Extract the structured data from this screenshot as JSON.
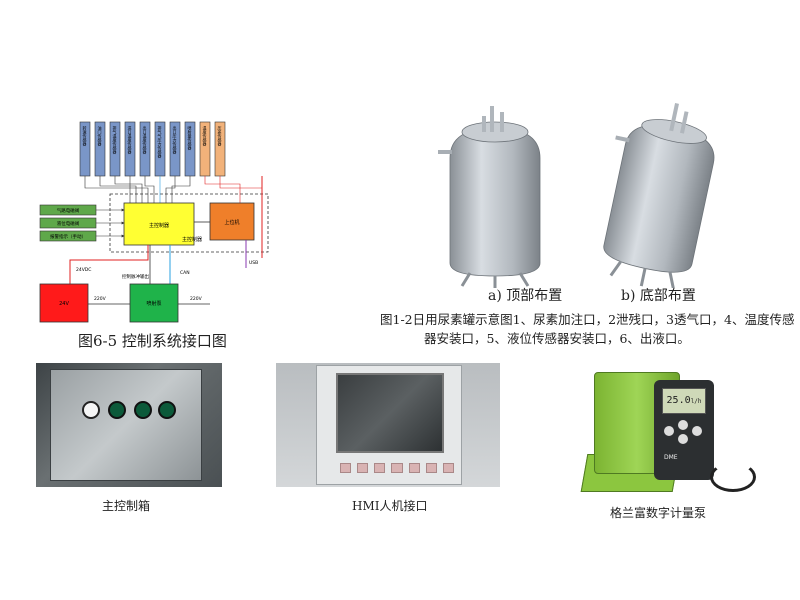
{
  "figure_6_5": {
    "caption": "图6-5 控制系统接口图",
    "sensors": [
      "转速传感器",
      "油门传感器",
      "排气温度传感器",
      "进口温度传感器",
      "出口温度传感器",
      "排气气压力传感器",
      "出口压力传感器",
      "喷射量传感器",
      "温度传感器",
      "压差传感器"
    ],
    "left_inputs": [
      "气路电磁阀",
      "液位电磁阀",
      "报警指示（手动）"
    ],
    "main_controller": "主控制器",
    "computer": "上位机",
    "group_label": "主控制器",
    "left_bottom_label": "24VDC",
    "pump_control_label": "控制脉冲输出",
    "can_label": "CAN",
    "usb_label": "USB",
    "label_220_left": "220V",
    "label_220_right": "220V",
    "power_box": "24V",
    "pump_box": "喷射泵"
  },
  "figure_1_2": {
    "label_a": "a) 顶部布置",
    "label_b": "b) 底部布置",
    "caption_line1": "图1-2日用尿素罐示意图1、尿素加注口，2泄残口，3透气口，4、温度传感",
    "caption_line2": "器安装口，5、液位传感器安装口，6、出液口。"
  },
  "photos": {
    "control_box_caption": "主控制箱",
    "hmi_caption": "HMI人机接口",
    "pump_caption": "格兰富数字计量泵",
    "pump_display": "25.0",
    "pump_display_unit": "l/h",
    "pump_brand": "DME"
  },
  "colors": {
    "sensor_blue": "#7a96c8",
    "sensor_orange": "#f2b27a",
    "controller_yellow": "#ffff33",
    "computer_orange": "#ef7f2a",
    "input_green": "#5fa84a",
    "power_red": "#ff1a1a",
    "pump_green": "#1fb34a",
    "line_red": "#e02020",
    "line_blue": "#2aa0e0",
    "line_purple": "#8a3ab0",
    "pump_body_green": "#8cc63f"
  }
}
